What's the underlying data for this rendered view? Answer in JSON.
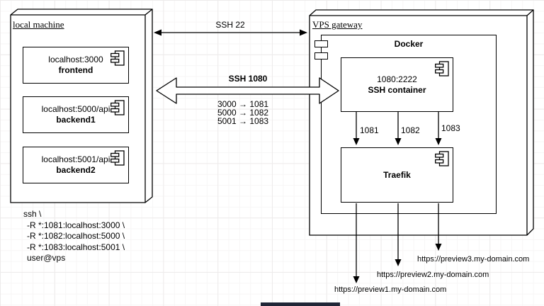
{
  "diagram": {
    "local_machine": {
      "title": "local machine",
      "components": [
        {
          "line1": "localhost:3000",
          "line2": "frontend"
        },
        {
          "line1": "localhost:5000/api",
          "line2": "backend1"
        },
        {
          "line1": "localhost:5001/api",
          "line2": "backend2"
        }
      ]
    },
    "vps_gateway": {
      "title": "VPS gateway",
      "docker": {
        "title": "Docker",
        "ssh_container": {
          "line1": "1080:2222",
          "line2": "SSH container"
        },
        "traefik": {
          "label": "Traefik"
        }
      },
      "port_labels": [
        "1081",
        "1082",
        "1083"
      ]
    },
    "connections": {
      "ssh22_label": "SSH 22",
      "ssh1080_label": "SSH 1080",
      "port_mappings": [
        "3000 → 1081",
        "5000 → 1082",
        "5001 → 1083"
      ]
    },
    "urls": [
      "https://preview1.my-domain.com",
      "https://preview2.my-domain.com",
      "https://preview3.my-domain.com"
    ],
    "ssh_command": {
      "lines": [
        "ssh \\",
        "-R *:1081:localhost:3000 \\",
        "-R *:1082:localhost:5000 \\",
        "-R *:1083:localhost:5001 \\",
        "user@vps"
      ]
    },
    "colors": {
      "stroke": "#000000",
      "background": "#ffffff",
      "bottom_bar": "#202637"
    }
  }
}
